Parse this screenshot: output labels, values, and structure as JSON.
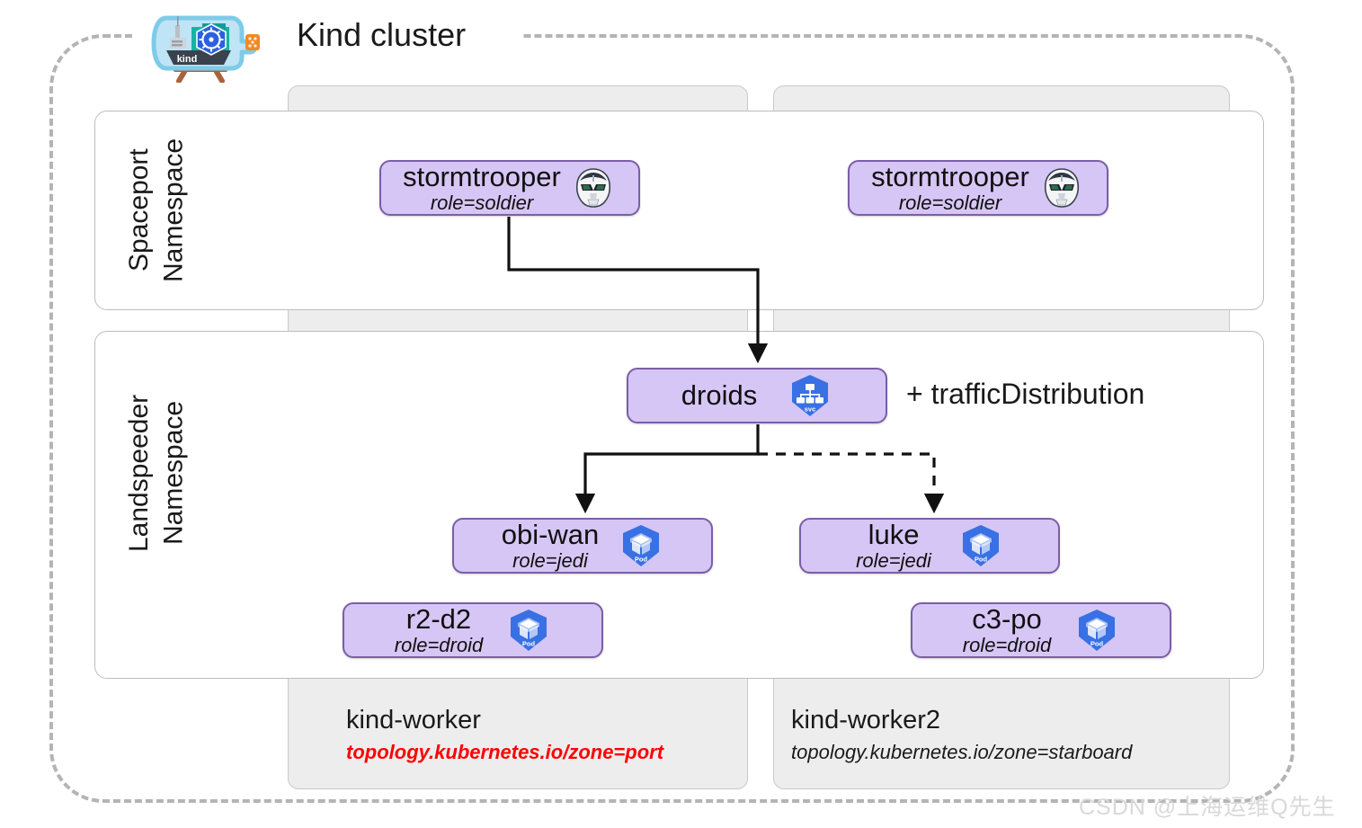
{
  "cluster": {
    "title": "Kind cluster",
    "logo_icon": "kind-ship-in-bottle-logo",
    "border_color": "#b4b4b4"
  },
  "namespaces": [
    {
      "id": "spaceport",
      "line1": "Spaceport",
      "line2": "Namespace"
    },
    {
      "id": "landspeeder",
      "line1": "Landspeeder",
      "line2": "Namespace"
    }
  ],
  "nodes": [
    {
      "id": "kind-worker",
      "name": "kind-worker",
      "zone_label": "topology.kubernetes.io/zone=port",
      "zone_highlight": true,
      "zone_color": "#ff0000"
    },
    {
      "id": "kind-worker2",
      "name": "kind-worker2",
      "zone_label": "topology.kubernetes.io/zone=starboard",
      "zone_highlight": false,
      "zone_color": "#1a1a1a"
    }
  ],
  "resources": {
    "stormtrooper_1": {
      "name": "stormtrooper",
      "labels": "role=soldier",
      "icon": "stormtrooper-helmet-icon",
      "kind": "pod"
    },
    "stormtrooper_2": {
      "name": "stormtrooper",
      "labels": "role=soldier",
      "icon": "stormtrooper-helmet-icon",
      "kind": "pod"
    },
    "droids": {
      "name": "droids",
      "labels": "",
      "icon": "kubernetes-service-icon",
      "kind": "service"
    },
    "obiwan": {
      "name": "obi-wan",
      "labels": "role=jedi",
      "icon": "kubernetes-pod-icon",
      "kind": "pod"
    },
    "luke": {
      "name": "luke",
      "labels": "role=jedi",
      "icon": "kubernetes-pod-icon",
      "kind": "pod"
    },
    "r2d2": {
      "name": "r2-d2",
      "labels": "role=droid",
      "icon": "kubernetes-pod-icon",
      "kind": "pod"
    },
    "c3po": {
      "name": "c3-po",
      "labels": "role=droid",
      "icon": "kubernetes-pod-icon",
      "kind": "pod"
    }
  },
  "annotations": {
    "traffic_distribution": "+ trafficDistribution"
  },
  "connections": [
    {
      "from": "stormtrooper_1",
      "to": "droids",
      "style": "solid"
    },
    {
      "from": "droids",
      "to": "obiwan",
      "style": "solid"
    },
    {
      "from": "droids",
      "to": "luke",
      "style": "dashed"
    }
  ],
  "colors": {
    "resource_fill": "#d6c6f5",
    "resource_border": "#7b5ea7",
    "node_fill": "#ededed",
    "namespace_fill": "#ffffff",
    "k8s_blue": "#3970e4"
  },
  "watermark": {
    "text": "CSDN @上海运维Q先生"
  }
}
